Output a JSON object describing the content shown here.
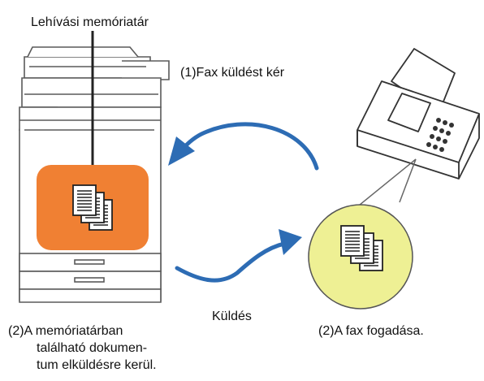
{
  "labels": {
    "polling_memory": "Lehívási memóriatár",
    "fax_request": "(1)Fax küldést kér",
    "sending": "Küldés",
    "memory_doc_line1": "(2)A memóriatárban",
    "memory_doc_line2": "található dokumen-",
    "memory_doc_line3": "tum elküldésre kerül.",
    "fax_receive": "(2)A fax fogadása."
  },
  "colors": {
    "arrow": "#2d6cb4",
    "memory_box": "#f08033",
    "receive_circle": "#eef094",
    "line": "#666666",
    "machine_fill": "#ffffff"
  },
  "icons": {
    "mfp": "multifunction-printer-icon",
    "fax": "fax-machine-icon",
    "docs": "document-stack-icon"
  }
}
